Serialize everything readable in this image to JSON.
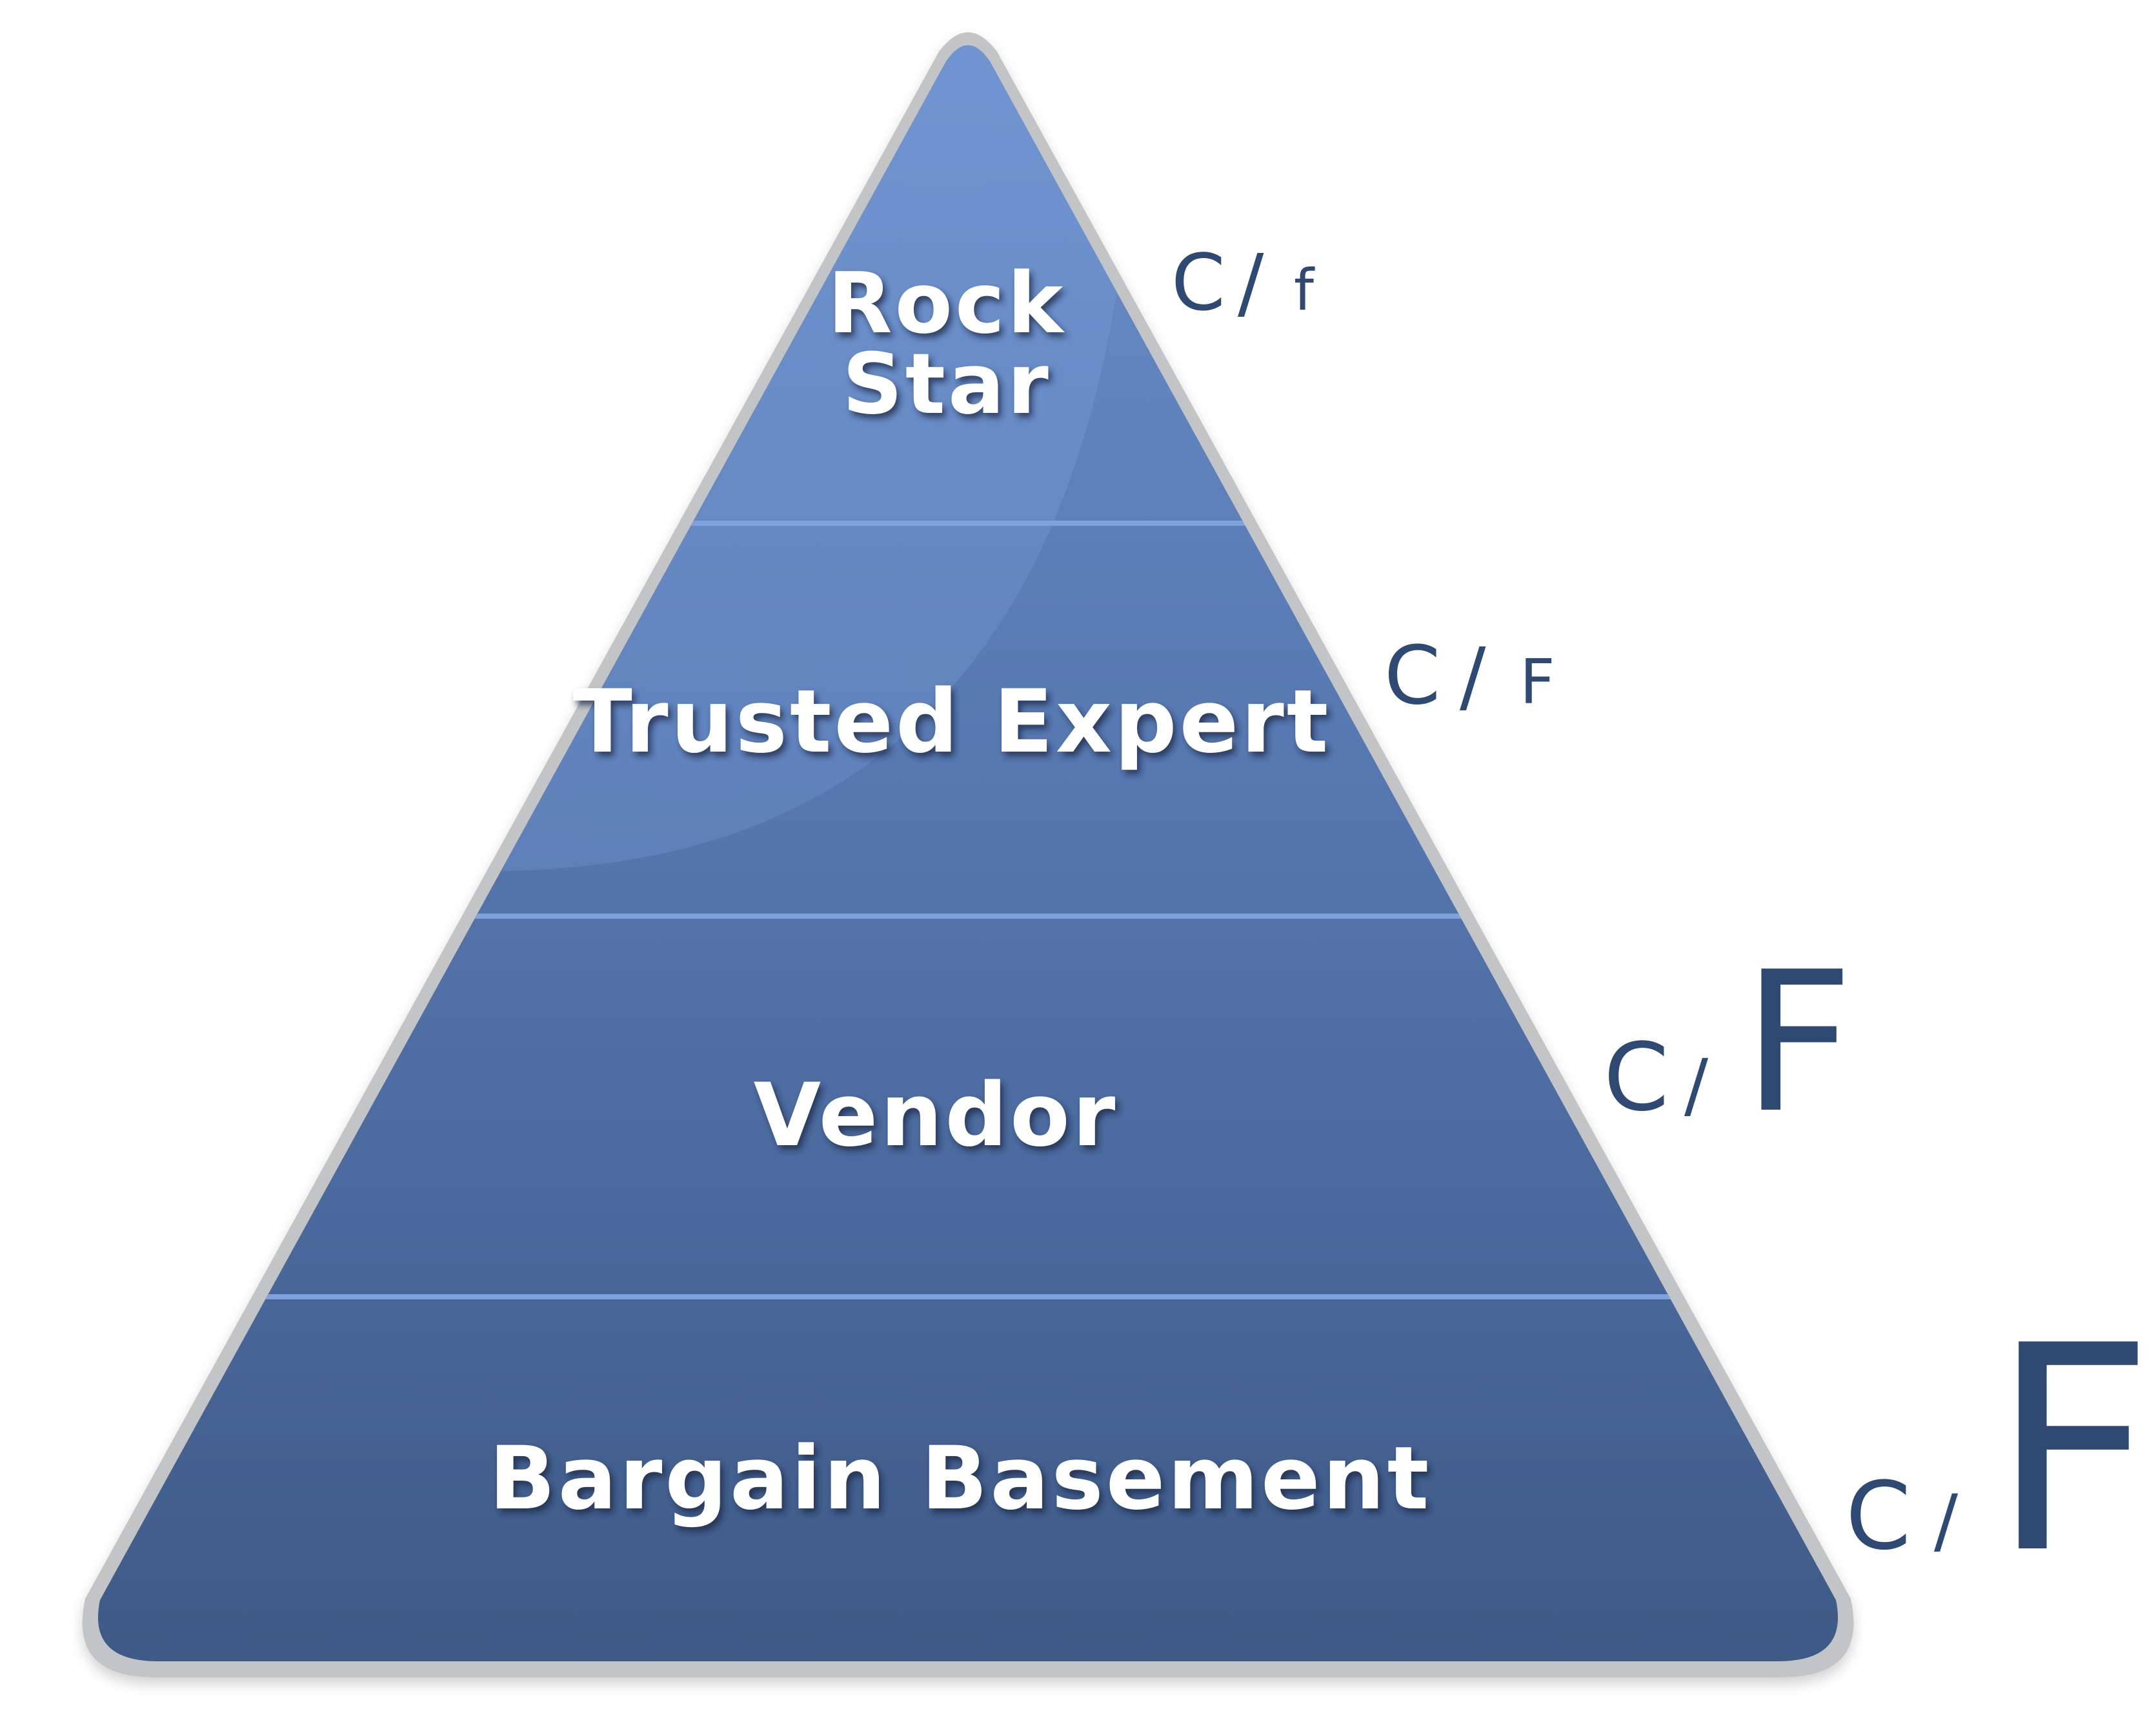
{
  "pyramid": {
    "tiers": [
      {
        "lines": [
          "Rock",
          "Star"
        ]
      },
      {
        "lines": [
          "Trusted Expert"
        ]
      },
      {
        "lines": [
          "Vendor"
        ]
      },
      {
        "lines": [
          "Bargain Basement"
        ]
      }
    ]
  },
  "ratios": [
    {
      "c": "C",
      "slash": "/",
      "f": "f"
    },
    {
      "c": "C",
      "slash": "/",
      "f": "F"
    },
    {
      "c": "C",
      "slash": "/",
      "f": "F"
    },
    {
      "c": "C",
      "slash": "/",
      "f": "F"
    }
  ],
  "colors": {
    "tier_top": "#6389c4",
    "tier_bottom": "#3f5b88",
    "divider": "#7ea2dc",
    "outline": "#c2c4c6",
    "ratio_text": "#2f4a72",
    "label_text": "#ffffff"
  }
}
